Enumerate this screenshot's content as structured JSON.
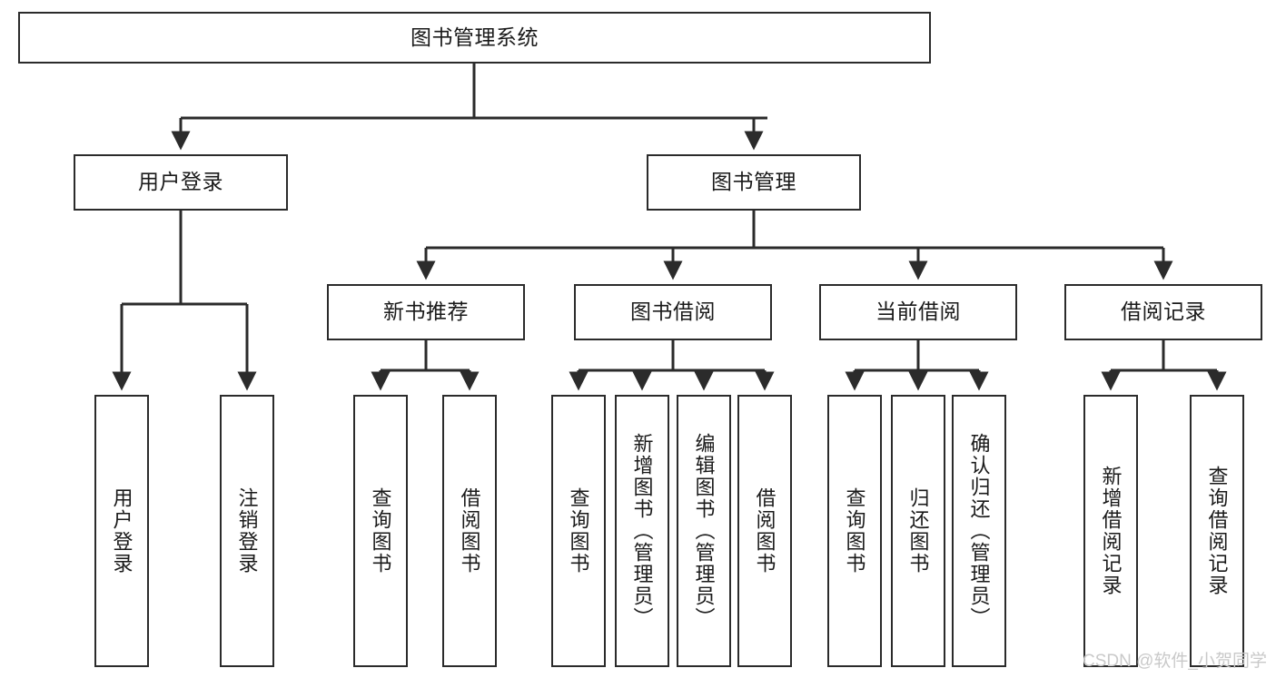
{
  "diagram": {
    "title": "图书管理系统",
    "type": "tree-hierarchy-diagram",
    "colors": {
      "box_border": "#2b2b2b",
      "box_fill": "#ffffff",
      "edge": "#2b2b2b",
      "text": "#1a1a1a",
      "watermark": "#c9c9c9",
      "background": "#ffffff"
    }
  },
  "nodes": {
    "root": {
      "label": "图书管理系统"
    },
    "level2": [
      {
        "label": "用户登录"
      },
      {
        "label": "图书管理"
      }
    ],
    "level3": [
      {
        "label": "新书推荐"
      },
      {
        "label": "图书借阅"
      },
      {
        "label": "当前借阅"
      },
      {
        "label": "借阅记录"
      }
    ],
    "leaves": {
      "user_login": [
        {
          "label": "用户登录"
        },
        {
          "label": "注销登录"
        }
      ],
      "new_book_recommend": [
        {
          "label": "查询图书"
        },
        {
          "label": "借阅图书"
        }
      ],
      "book_borrow": [
        {
          "label": "查询图书"
        },
        {
          "label": "新增图书（管理员）"
        },
        {
          "label": "编辑图书（管理员）"
        },
        {
          "label": "借阅图书"
        }
      ],
      "current_borrow": [
        {
          "label": "查询图书"
        },
        {
          "label": "归还图书"
        },
        {
          "label": "确认归还（管理员）"
        }
      ],
      "borrow_record": [
        {
          "label": "新增借阅记录"
        },
        {
          "label": "查询借阅记录"
        }
      ]
    }
  },
  "watermark": {
    "text": "CSDN @软件_小贺同学"
  }
}
